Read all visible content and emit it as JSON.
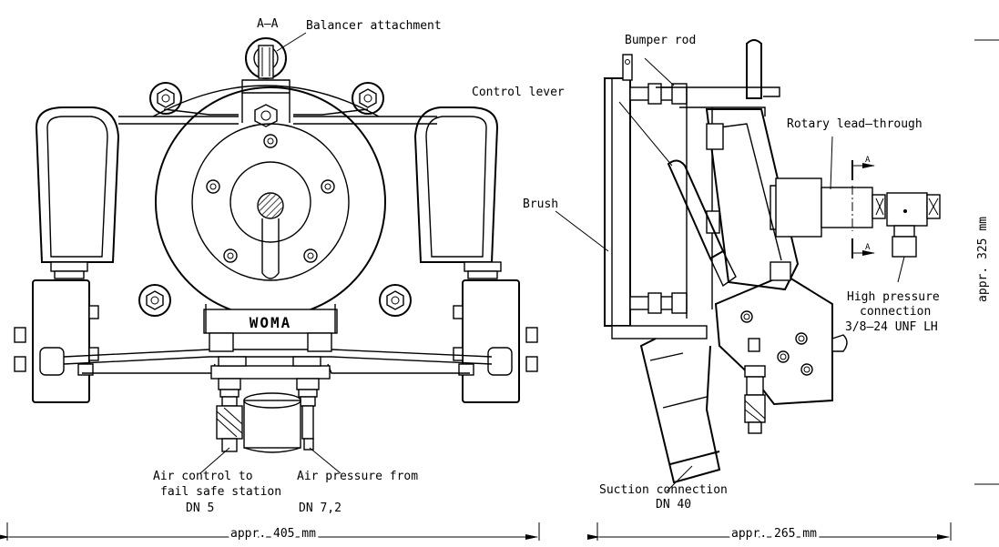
{
  "front_view": {
    "section_mark": "A–A",
    "balancer_attachment": "Balancer attachment",
    "brand": "WOMA",
    "air_control_line1": "Air control to",
    "air_control_line2": "fail safe station",
    "air_control_dn": "DN 5",
    "air_pressure_line1": "Air pressure from",
    "air_pressure_dn": "DN 7,2",
    "width_dim": "appr. 405 mm"
  },
  "side_view": {
    "bumper_rod": "Bumper rod",
    "control_lever": "Control lever",
    "brush": "Brush",
    "rotary_lead_through": "Rotary lead–through",
    "section_a_top": "A",
    "section_a_bottom": "A",
    "high_pressure_line1": "High pressure",
    "high_pressure_line2": "connection",
    "high_pressure_line3": "3/8–24 UNF LH",
    "suction_line1": "Suction connection",
    "suction_line2": "DN 40",
    "width_dim": "appr. 265 mm",
    "height_dim": "appr. 325 mm"
  }
}
